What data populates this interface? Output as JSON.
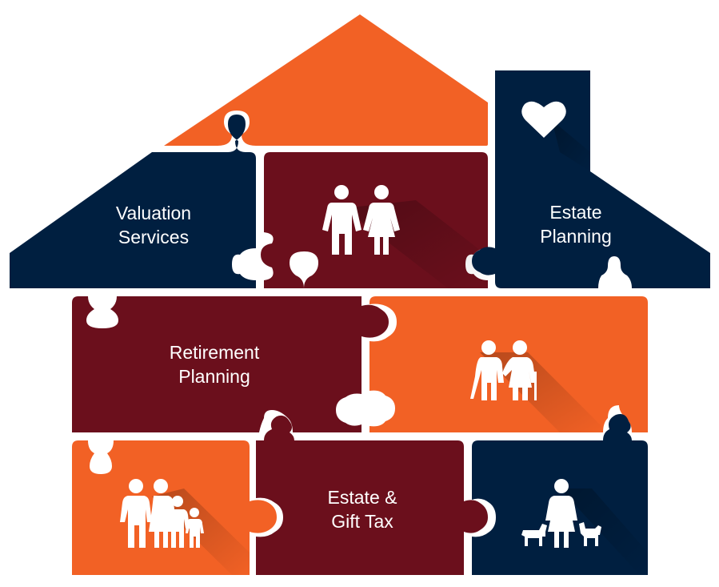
{
  "colors": {
    "orange": "#f26125",
    "navy": "#001f40",
    "maroon": "#6b0f1c",
    "icon": "#ffffff",
    "background": "#ffffff"
  },
  "pieces": {
    "roof": {
      "color": "orange",
      "label": ""
    },
    "valuation": {
      "color": "navy",
      "label_line1": "Valuation",
      "label_line2": "Services"
    },
    "couple": {
      "color": "maroon",
      "icon": "couple-icon"
    },
    "estate_planning": {
      "color": "navy",
      "label_line1": "Estate",
      "label_line2": "Planning",
      "icon": "heart-icon"
    },
    "retirement": {
      "color": "maroon",
      "label_line1": "Retirement",
      "label_line2": "Planning"
    },
    "elderly": {
      "color": "orange",
      "icon": "elderly-couple-icon"
    },
    "family": {
      "color": "orange",
      "icon": "family-icon"
    },
    "estate_gift": {
      "color": "maroon",
      "label_line1": "Estate &",
      "label_line2": "Gift Tax"
    },
    "pets": {
      "color": "navy",
      "icon": "person-with-pets-icon"
    }
  }
}
